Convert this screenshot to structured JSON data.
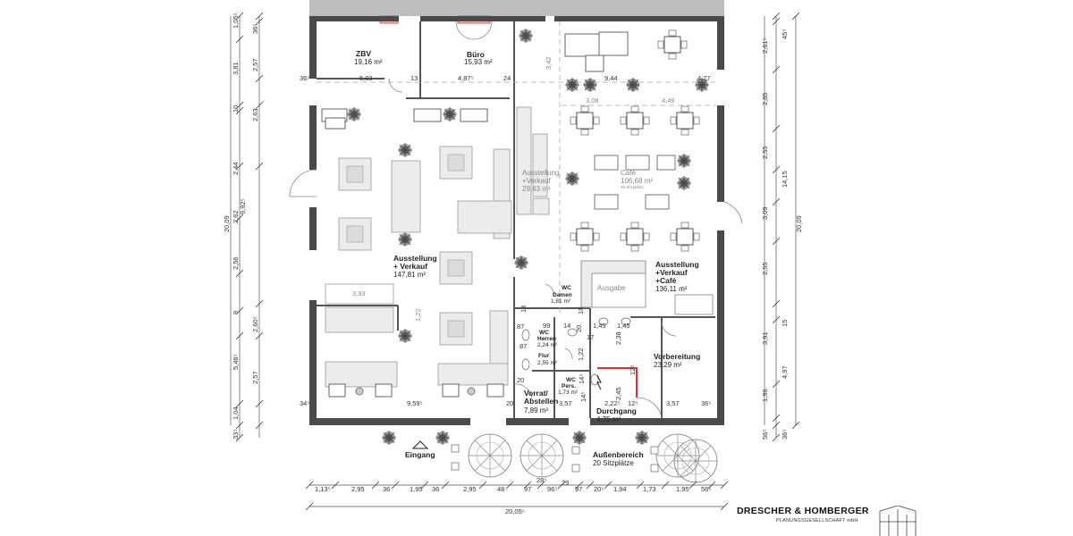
{
  "rooms": [
    {
      "id": "zbv",
      "name": "ZBV",
      "area": "19,16 m²"
    },
    {
      "id": "buero",
      "name": "Büro",
      "area": "15,93 m²"
    },
    {
      "id": "ausstellung-links",
      "name": "Ausstellung",
      "name2": "+ Verkauf",
      "area": "147,81 m²"
    },
    {
      "id": "ausstellung-mitte",
      "name": "Ausstellung",
      "name2": "+Verkauf",
      "area": "29,43 m²"
    },
    {
      "id": "cafe",
      "name": "Café",
      "area": "106,68 m²",
      "note": "40 Sitzplätze"
    },
    {
      "id": "ausstellung-rechts",
      "name": "Ausstellung",
      "name2": "+Verkauf",
      "name3": "+Café",
      "area": "136,11 m²"
    },
    {
      "id": "ausgabe",
      "name": "Ausgabe"
    },
    {
      "id": "wc-damen",
      "name": "WC",
      "name2": "Damen",
      "area": "1,81 m²"
    },
    {
      "id": "wc-herren",
      "name": "WC",
      "name2": "Herren",
      "area": "2,24 m²"
    },
    {
      "id": "flur",
      "name": "Flur",
      "area": "2,55 m²"
    },
    {
      "id": "wc-pers",
      "name": "WC",
      "name2": "Pers.",
      "area": "1,73 m²"
    },
    {
      "id": "vorrat",
      "name": "Vorrat/",
      "name2": "Abstellen",
      "area": "7,89 m²"
    },
    {
      "id": "vorbereitung",
      "name": "Vorbereitung",
      "area": "23,29 m²"
    },
    {
      "id": "durchgang",
      "name": "Durchgang",
      "area": "4,75 m²"
    },
    {
      "id": "aussenbereich",
      "name": "Außenbereich",
      "name2": "20 Sitzplätze"
    },
    {
      "id": "eingang",
      "name": "Eingang"
    }
  ],
  "dims_left_outer": [
    "1,05⁵",
    "3,81",
    "10",
    "2,44",
    "2,62",
    "2,56",
    "9",
    "5,46⁵",
    "1,04",
    "33⁵"
  ],
  "dims_left_inner": [
    "36⁵",
    "2,57",
    "2,63",
    "9,92⁵",
    "2,60⁵",
    "2,57"
  ],
  "dims_left_total": "20,09",
  "dims_right_outer": [
    "45⁵",
    "14,15",
    "15",
    "4,97",
    "36⁵"
  ],
  "dims_right_inner": [
    "2,61⁵",
    "2,85",
    "2,55",
    "3,09",
    "2,55",
    "3,91",
    "1,96",
    "56⁵"
  ],
  "dims_right_total": "20,09",
  "dims_bottom": [
    "1,13⁵",
    "2,95",
    "36",
    "1,95",
    "36",
    "2,95",
    "48",
    "97",
    "96⁵",
    "97",
    "20⁵",
    "1,94",
    "1,73",
    "1,95",
    "56⁵"
  ],
  "dims_bottom_extra": [
    "28⁵",
    "29"
  ],
  "dims_bottom_total": "20,05⁵",
  "dims_inner": [
    "36⁵",
    "5,03",
    "13",
    "4,87⁵",
    "24",
    "9,44",
    "4,27",
    "3,08",
    "4,49",
    "3,93",
    "1,22",
    "34⁵",
    "9,59⁵",
    "20",
    "3,57",
    "3,57",
    "36⁵",
    "3,42",
    "2,22⁵",
    "12⁵",
    "2,38",
    "12⁵",
    "1,45",
    "2,45",
    "14",
    "99",
    "14",
    "18",
    "1,45",
    "87",
    "20",
    "1,22",
    "87",
    "17",
    "20",
    "14⁵",
    "14⁵"
  ],
  "company": {
    "name": "DRESCHER & HOMBERGER",
    "sub": "PLANUNGSGESELLSCHAFT mbH"
  }
}
